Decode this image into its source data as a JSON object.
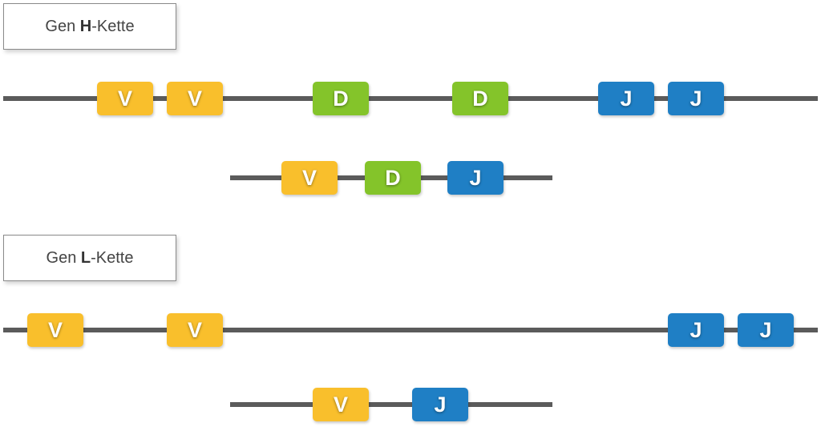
{
  "heavy_chain": {
    "label_prefix": "Gen ",
    "label_bold": "H",
    "label_suffix": "-Kette",
    "germline_segments": [
      "V",
      "V",
      "D",
      "D",
      "J",
      "J"
    ],
    "rearranged_segments": [
      "V",
      "D",
      "J"
    ]
  },
  "light_chain": {
    "label_prefix": "Gen ",
    "label_bold": "L",
    "label_suffix": "-Kette",
    "germline_segments": [
      "V",
      "V",
      "J",
      "J"
    ],
    "rearranged_segments": [
      "V",
      "J"
    ]
  },
  "colors": {
    "V": "#f9bf2c",
    "D": "#84c42a",
    "J": "#1f7fc5",
    "strand": "#5b5b5b"
  }
}
